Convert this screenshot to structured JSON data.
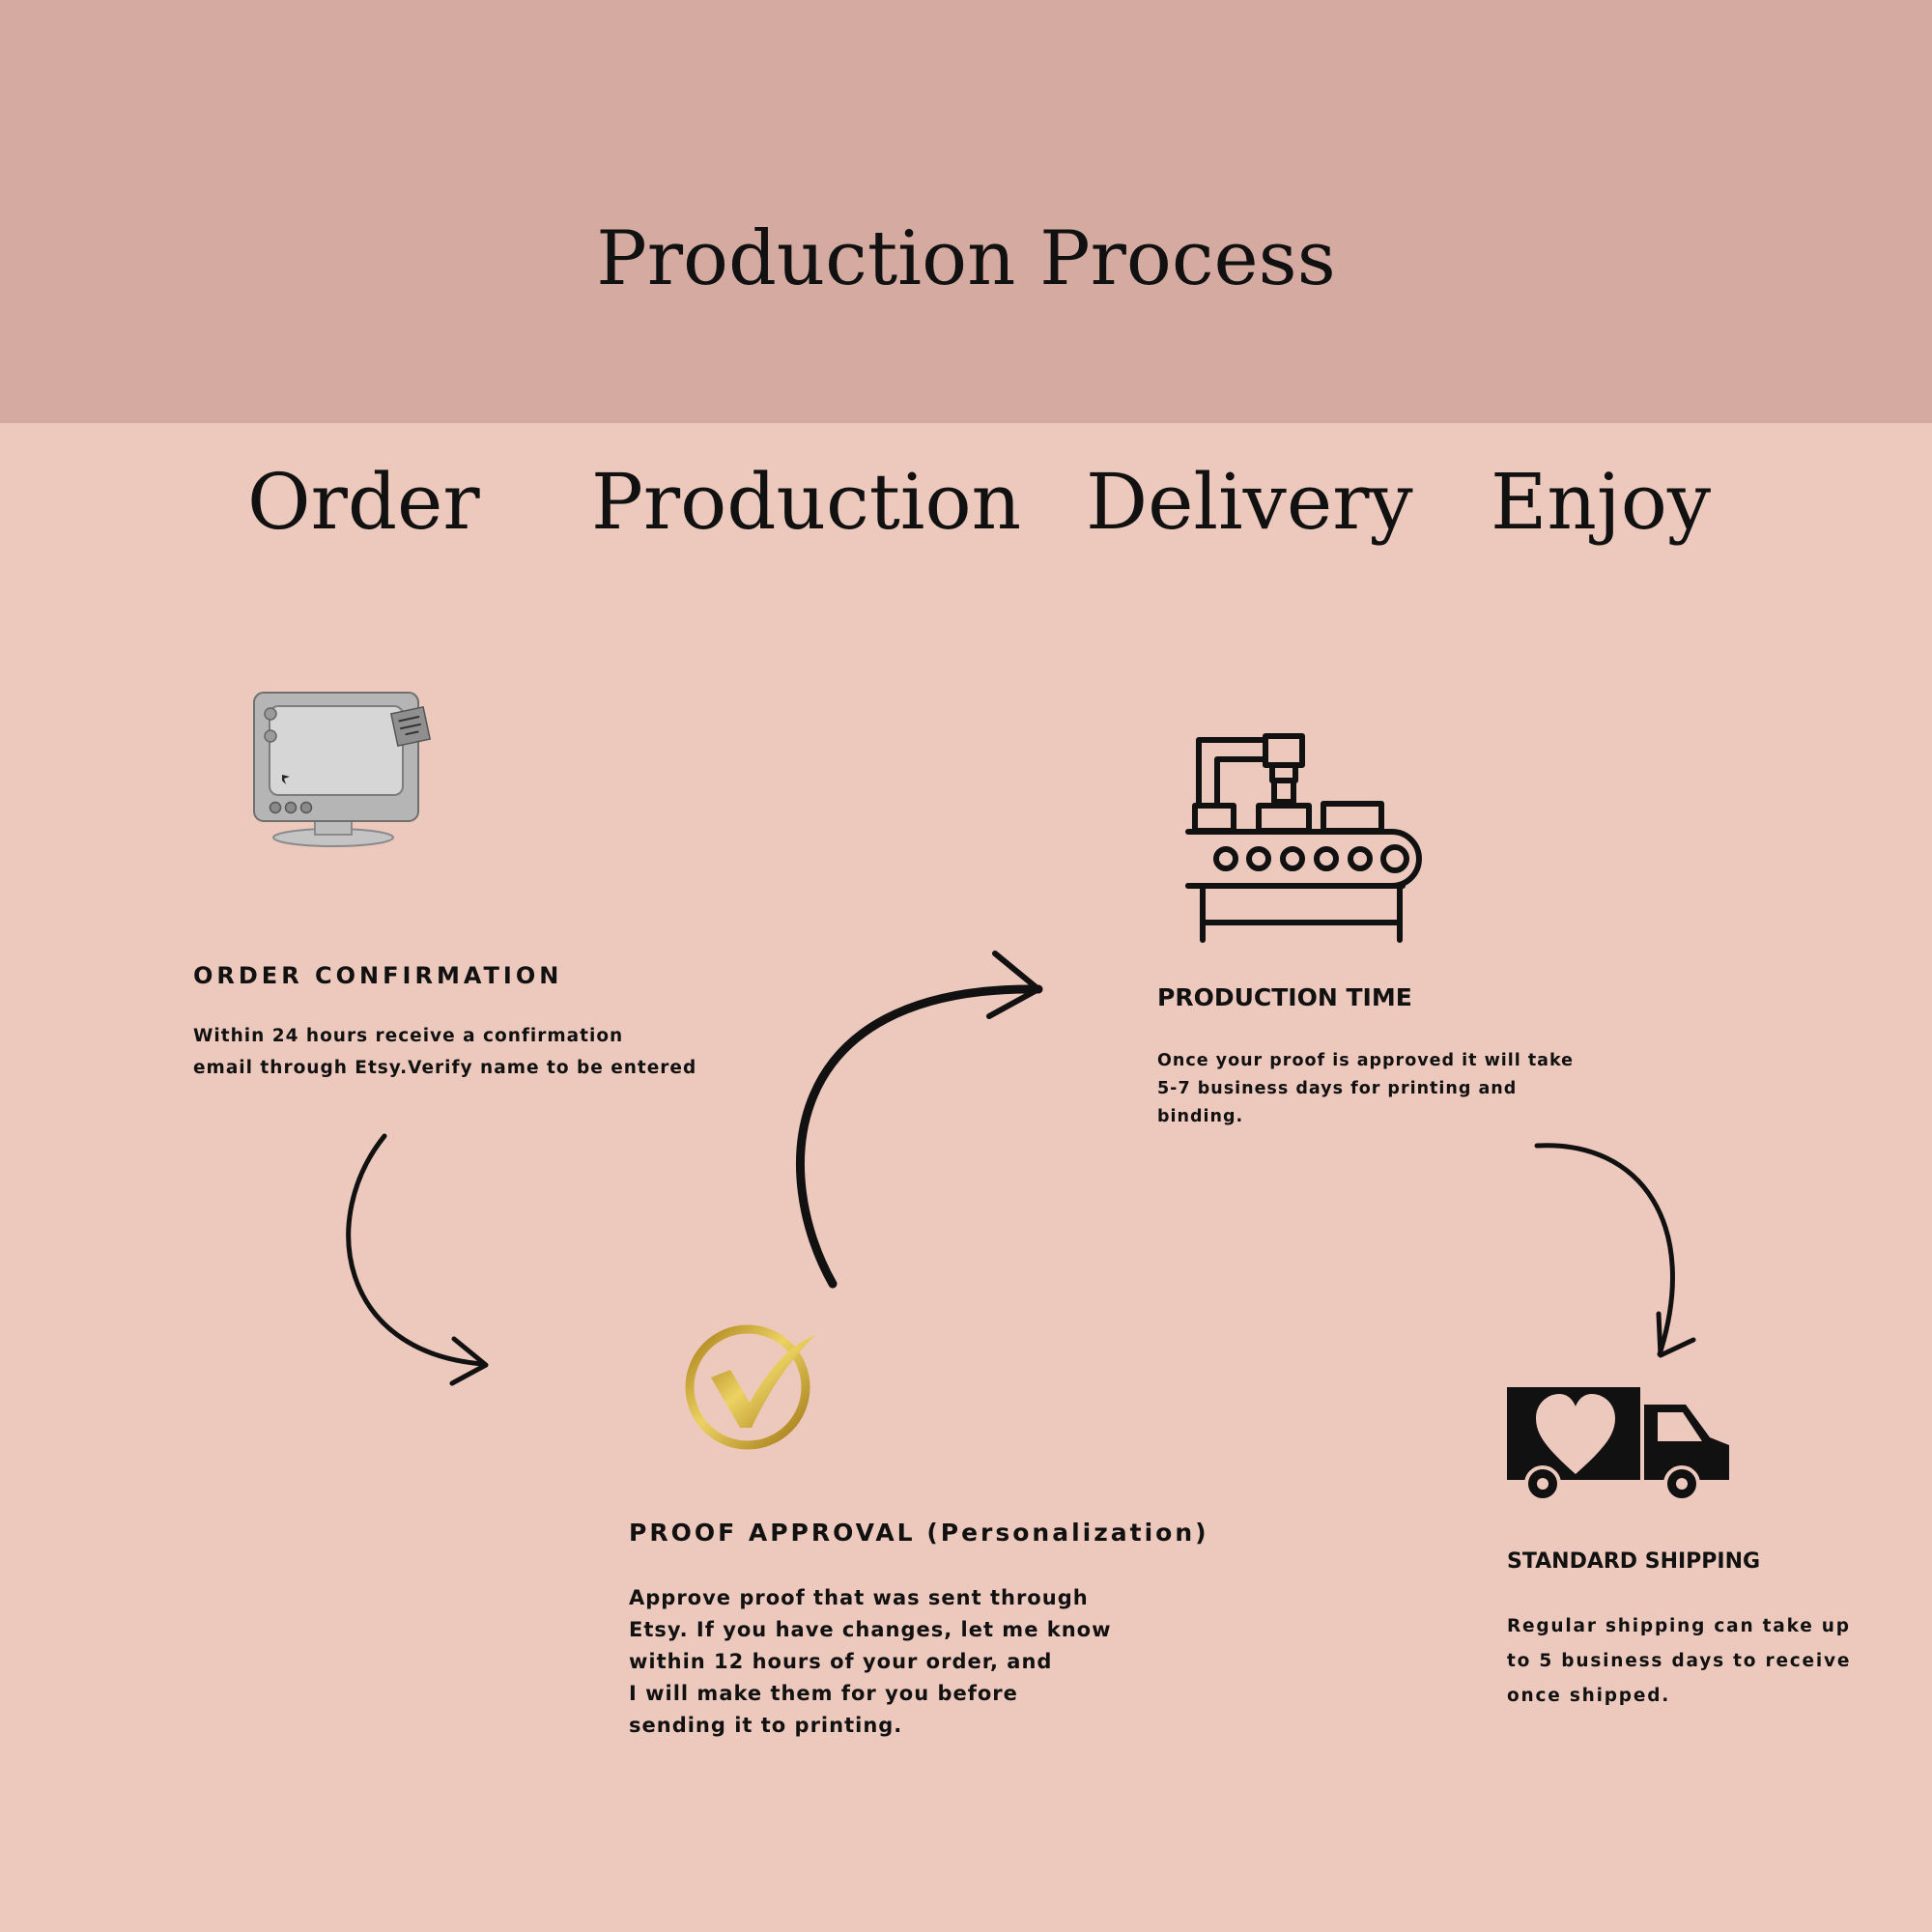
{
  "header": {
    "title": "Production Process",
    "band_color": "#d5aaa0"
  },
  "background_color": "#edc9bd",
  "stages": [
    "Order",
    "Production",
    "Delivery",
    "Enjoy"
  ],
  "steps": {
    "order_confirmation": {
      "icon": "computer-monitor-icon",
      "title": "ORDER CONFIRMATION",
      "lines": [
        "Within 24 hours receive a confirmation",
        "email through Etsy.Verify name to be entered"
      ]
    },
    "proof_approval": {
      "icon": "gold-checkmark-icon",
      "title": "PROOF APPROVAL (Personalization)",
      "lines": [
        "Approve proof that was sent through",
        "Etsy. If you have changes, let me know",
        "within 12 hours of your order, and",
        "I will make them for you before",
        "sending it to printing."
      ]
    },
    "production_time": {
      "icon": "conveyor-robot-icon",
      "title": "PRODUCTION TIME",
      "lines": [
        "Once your proof is approved it will take",
        "5-7 business days for printing and",
        "binding."
      ]
    },
    "standard_shipping": {
      "icon": "delivery-truck-heart-icon",
      "title": "STANDARD SHIPPING",
      "lines": [
        "Regular shipping can take up",
        "to 5 business days to receive",
        "once shipped."
      ]
    }
  },
  "colors": {
    "gold": "#c9a227",
    "ink": "#111111"
  }
}
